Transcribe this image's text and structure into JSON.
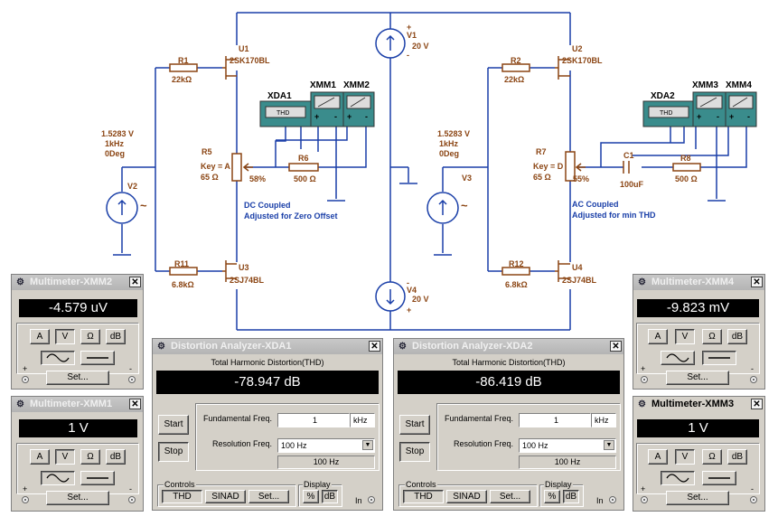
{
  "schematic": {
    "left": {
      "u1": {
        "ref": "U1",
        "model": "2SK170BL"
      },
      "u3": {
        "ref": "U3",
        "model": "2SJ74BL"
      },
      "r1": {
        "ref": "R1",
        "value": "22kΩ"
      },
      "r11": {
        "ref": "R11",
        "value": "6.8kΩ"
      },
      "r5": {
        "ref": "R5",
        "key": "Key = A",
        "value": "65 Ω",
        "percent": "58%"
      },
      "r6": {
        "ref": "R6",
        "value": "500 Ω"
      },
      "source": {
        "ref": "V2",
        "amplitude": "1.5283 V",
        "freq": "1kHz",
        "phase": "0Deg"
      },
      "note1": "DC Coupled",
      "note2": "Adjusted for Zero Offset",
      "xda": "XDA1",
      "xmm_a": "XMM1",
      "xmm_b": "XMM2"
    },
    "right": {
      "u2": {
        "ref": "U2",
        "model": "2SK170BL"
      },
      "u4": {
        "ref": "U4",
        "model": "2SJ74BL"
      },
      "r2": {
        "ref": "R2",
        "value": "22kΩ"
      },
      "r12": {
        "ref": "R12",
        "value": "6.8kΩ"
      },
      "r7": {
        "ref": "R7",
        "key": "Key = D",
        "value": "65 Ω",
        "percent": "55%"
      },
      "c1": {
        "ref": "C1",
        "value": "100uF"
      },
      "r8": {
        "ref": "R8",
        "value": "500 Ω"
      },
      "source": {
        "ref": "V3",
        "amplitude": "1.5283 V",
        "freq": "1kHz",
        "phase": "0Deg"
      },
      "note1": "AC Coupled",
      "note2": "Adjusted for min THD",
      "xda": "XDA2",
      "xmm_a": "XMM3",
      "xmm_b": "XMM4"
    },
    "v1": {
      "ref": "V1",
      "value": "20 V"
    },
    "v4": {
      "ref": "V4",
      "value": "20 V"
    },
    "thd_label": "THD",
    "plus": "+",
    "minus": "-",
    "sine_symbol": "~"
  },
  "multimeters": [
    {
      "title": "Multimeter-XMM2",
      "reading": "-4.579 uV",
      "mode": "V",
      "active": false
    },
    {
      "title": "Multimeter-XMM1",
      "reading": "1 V",
      "mode": "V",
      "active": false
    },
    {
      "title": "Multimeter-XMM4",
      "reading": "-9.823 mV",
      "mode": "V",
      "active": false
    },
    {
      "title": "Multimeter-XMM3",
      "reading": "1 V",
      "mode": "V",
      "active": true
    }
  ],
  "meter_common": {
    "btn_a": "A",
    "btn_v": "V",
    "btn_ohm": "Ω",
    "btn_db": "dB",
    "set": "Set...",
    "plus": "+",
    "minus": "-"
  },
  "analyzers": [
    {
      "title": "Distortion Analyzer-XDA1",
      "header": "Total Harmonic Distortion(THD)",
      "reading": "-78.947 dB",
      "fund_freq": "1",
      "fund_unit": "kHz",
      "resolution": "100 Hz",
      "res_info": "100 Hz"
    },
    {
      "title": "Distortion Analyzer-XDA2",
      "header": "Total Harmonic Distortion(THD)",
      "reading": "-86.419 dB",
      "fund_freq": "1",
      "fund_unit": "kHz",
      "resolution": "100 Hz",
      "res_info": "100 Hz"
    }
  ],
  "analyzer_common": {
    "start": "Start",
    "stop": "Stop",
    "fund_label": "Fundamental Freq.",
    "res_label": "Resolution Freq.",
    "controls": "Controls",
    "thd": "THD",
    "sinad": "SINAD",
    "set": "Set...",
    "display": "Display",
    "pct": "%",
    "db": "dB",
    "in": "In"
  },
  "colors": {
    "wire": "#1a3fa8",
    "component": "#8b4513",
    "note": "#1a3fa8",
    "window_face": "#d4d0c8",
    "instrument_case": "#3a8c8c"
  }
}
